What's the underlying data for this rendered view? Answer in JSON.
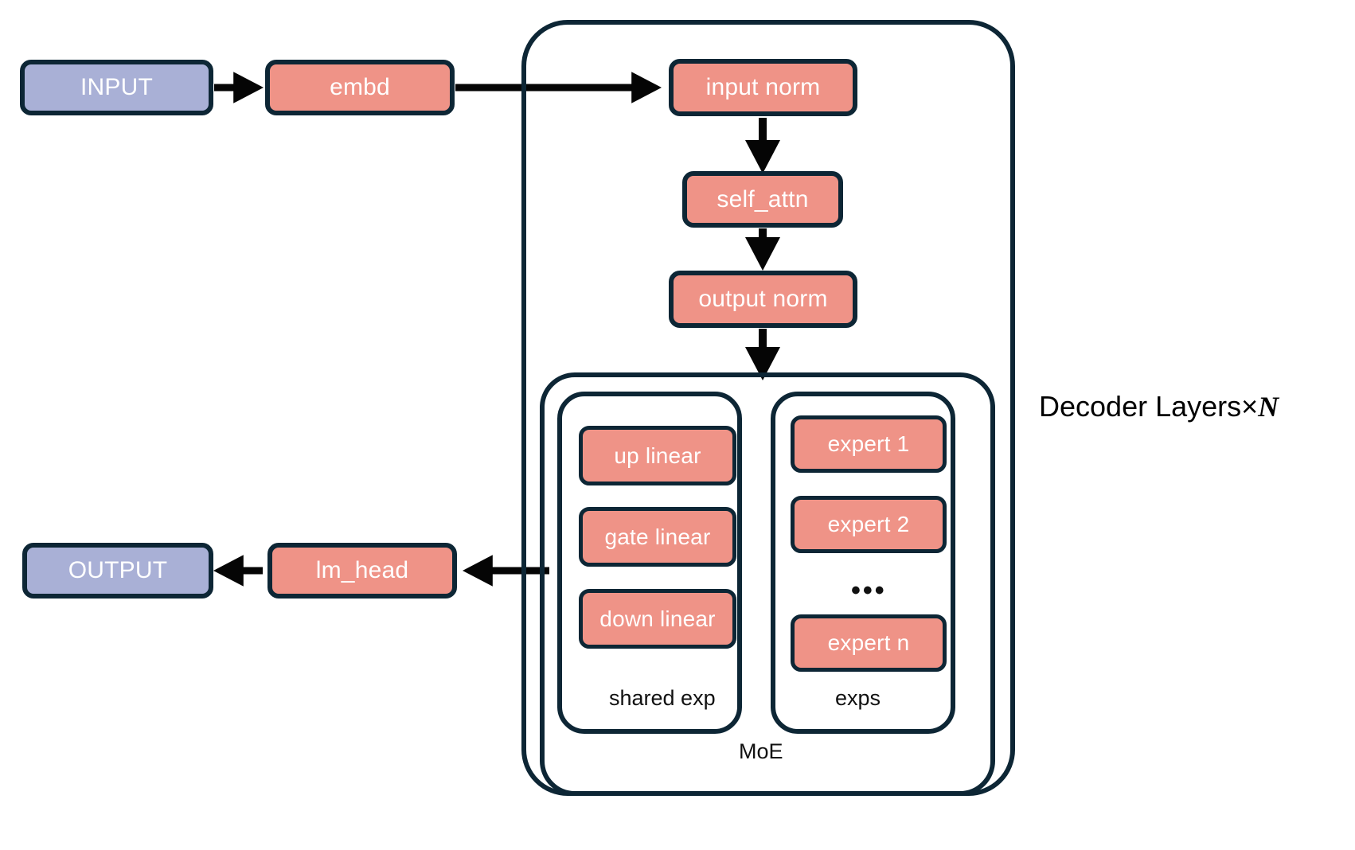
{
  "diagram": {
    "title_label": "Decoder Layers×",
    "title_var": "N",
    "colors": {
      "salmon": "#ef9387",
      "blue": "#a9b0d6",
      "stroke": "#0d2635",
      "background": "#ffffff",
      "text_on_node": "#ffffff",
      "caption_text": "#111111"
    },
    "nodes": {
      "input": "INPUT",
      "embd": "embd",
      "input_norm": "input norm",
      "self_attn": "self_attn",
      "output_norm": "output norm",
      "up_linear": "up linear",
      "gate_linear": "gate linear",
      "down_linear": "down linear",
      "expert_1": "expert 1",
      "expert_2": "expert 2",
      "expert_ellipsis": "•••",
      "expert_n": "expert n",
      "lm_head": "lm_head",
      "output": "OUTPUT"
    },
    "group_captions": {
      "shared_exp": "shared exp",
      "exps": "exps",
      "moe": "MoE"
    }
  }
}
